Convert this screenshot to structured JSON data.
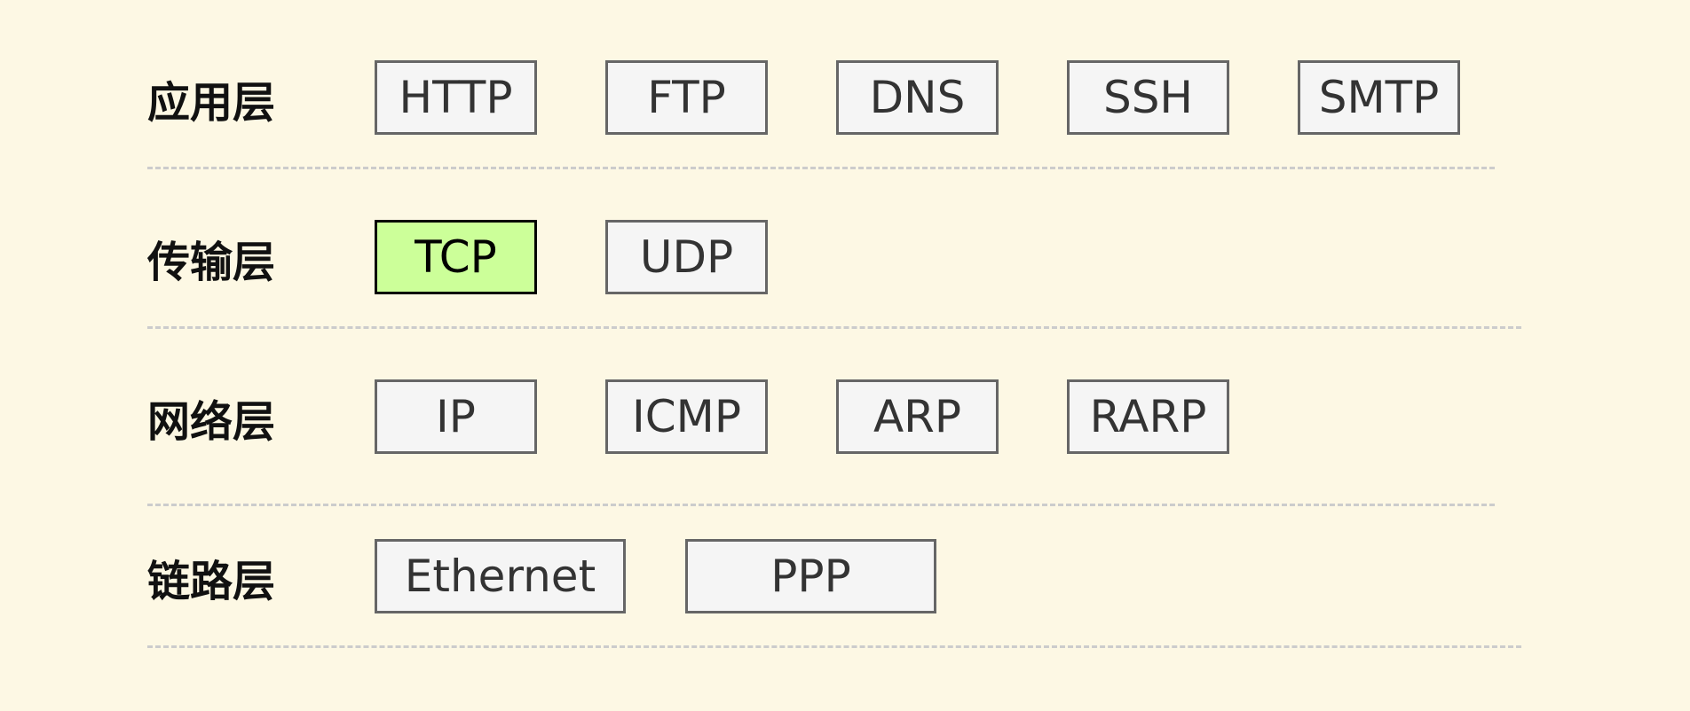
{
  "colors": {
    "background": "#fdf8e4",
    "box_fill": "#f5f5f5",
    "box_border": "#666666",
    "highlight_fill": "#ccff99",
    "highlight_border": "#000000",
    "divider": "#cccccc"
  },
  "layers": [
    {
      "label": "应用层",
      "protocols": [
        "HTTP",
        "FTP",
        "DNS",
        "SSH",
        "SMTP"
      ]
    },
    {
      "label": "传输层",
      "protocols": [
        "TCP",
        "UDP"
      ],
      "highlighted": "TCP"
    },
    {
      "label": "网络层",
      "protocols": [
        "IP",
        "ICMP",
        "ARP",
        "RARP"
      ]
    },
    {
      "label": "链路层",
      "protocols": [
        "Ethernet",
        "PPP"
      ]
    }
  ]
}
